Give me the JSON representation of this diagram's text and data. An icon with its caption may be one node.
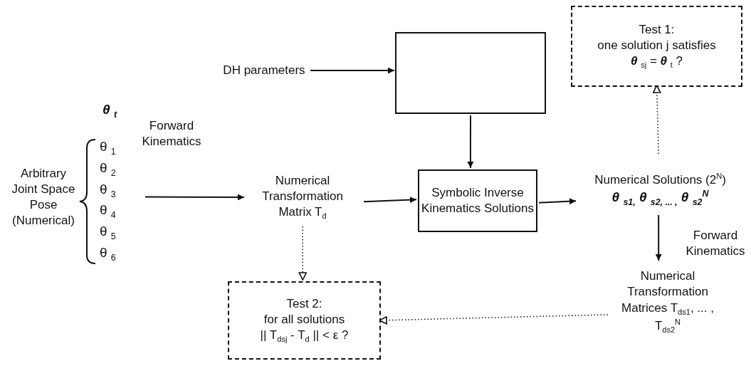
{
  "diagram": {
    "nodes": [
      {
        "text": [
          "DH parameters"
        ]
      },
      {
        "text": [],
        "shape": "box"
      },
      {
        "text": [
          "Arbitrary Joint Space Pose (Numerical)"
        ]
      },
      {
        "text": [
          "θ $_{1}$",
          "θ $_{2}$",
          "θ $_{3}$",
          "θ $_{4}$",
          "θ $_{5}$",
          "θ $_{6}$"
        ]
      },
      {
        "text": [
          "Numerical Transformation Matrix T$_{d}$"
        ]
      },
      {
        "text": [
          "Symbolic Inverse Kinematics Solutions"
        ]
      },
      {
        "text": [
          "Numerical Solutions (2$^{N}$)",
          "θ $_{s1,}$ θ $_{s2, ... ,}$ θ $_{s2}$$^{N}$"
        ]
      },
      {
        "text": [
          "Test 1:",
          "one solution j satisfies",
          "**θ** $_{sj}$ = **θ** $_{t}$ ?"
        ]
      },
      {
        "text": [
          "Numerical Transformation Matrices T$_{ds1}$, ... , T$_{ds2}$$^{N}$"
        ]
      },
      {
        "text": [
          "Test 2:",
          "for all solutions",
          "|| T$_{dsj}$ - T$_{d}$ || < ε ?"
        ]
      }
    ],
    "edges": [
      {
        "from": 0,
        "to": 1,
        "arrow": "to"
      },
      {
        "from": 1,
        "to": 5,
        "arrow": "to"
      },
      {
        "from": 3,
        "to": 4,
        "arrow": "to",
        "label": "Forward Kinematics"
      },
      {
        "from": 4,
        "to": 5,
        "arrow": "to"
      },
      {
        "from": 5,
        "to": 6,
        "arrow": "to"
      },
      {
        "from": 6,
        "to": 7,
        "arrow": "to",
        "style": "dashed"
      },
      {
        "from": 6,
        "to": 8,
        "arrow": "to",
        "label": "Forward Kinematics"
      },
      {
        "from": 4,
        "to": 9,
        "arrow": "to",
        "style": "dashed"
      },
      {
        "from": 8,
        "to": 9,
        "arrow": "to",
        "style": "dashed"
      }
    ],
    "labels": [
      "θ $_{t}$"
    ]
  }
}
